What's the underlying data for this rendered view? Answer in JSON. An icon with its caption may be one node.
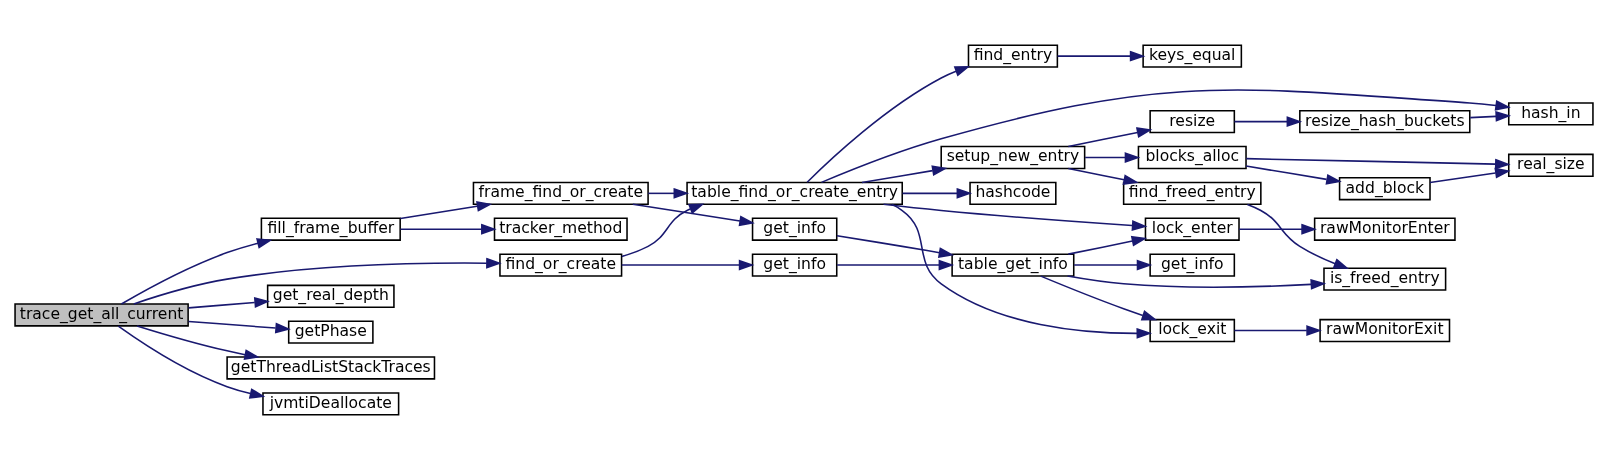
{
  "diagram": {
    "nodes": [
      {
        "text": [
          "trace_get_all_current"
        ]
      },
      {
        "text": [
          "find_or_create"
        ]
      },
      {
        "text": [
          "fill_frame_buffer"
        ]
      },
      {
        "text": [
          "get_real_depth"
        ]
      },
      {
        "text": [
          "getPhase"
        ]
      },
      {
        "text": [
          "getThreadListStackTraces"
        ]
      },
      {
        "text": [
          "jvmtiDeallocate"
        ]
      },
      {
        "text": [
          "get_info"
        ]
      },
      {
        "text": [
          "frame_find_or_create"
        ]
      },
      {
        "text": [
          "tracker_method"
        ]
      },
      {
        "text": [
          "get_info"
        ]
      },
      {
        "text": [
          "table_find_or_create_entry"
        ]
      },
      {
        "text": [
          "table_get_info"
        ]
      },
      {
        "text": [
          "find_entry"
        ]
      },
      {
        "text": [
          "setup_new_entry"
        ]
      },
      {
        "text": [
          "hashcode"
        ]
      },
      {
        "text": [
          "lock_enter"
        ]
      },
      {
        "text": [
          "get_info"
        ]
      },
      {
        "text": [
          "lock_exit"
        ]
      },
      {
        "text": [
          "find_freed_entry"
        ]
      },
      {
        "text": [
          "keys_equal"
        ]
      },
      {
        "text": [
          "resize"
        ]
      },
      {
        "text": [
          "blocks_alloc"
        ]
      },
      {
        "text": [
          "rawMonitorEnter"
        ]
      },
      {
        "text": [
          "is_freed_entry"
        ]
      },
      {
        "text": [
          "rawMonitorExit"
        ]
      },
      {
        "text": [
          "resize_hash_buckets"
        ]
      },
      {
        "text": [
          "hash_in"
        ]
      },
      {
        "text": [
          "add_block"
        ]
      },
      {
        "text": [
          "real_size"
        ]
      }
    ],
    "edges": [
      {
        "from": 0,
        "to": 1,
        "arrow": "to"
      },
      {
        "from": 0,
        "to": 2,
        "arrow": "to"
      },
      {
        "from": 0,
        "to": 3,
        "arrow": "to"
      },
      {
        "from": 0,
        "to": 4,
        "arrow": "to"
      },
      {
        "from": 0,
        "to": 5,
        "arrow": "to"
      },
      {
        "from": 0,
        "to": 6,
        "arrow": "to"
      },
      {
        "from": 1,
        "to": 7,
        "arrow": "to"
      },
      {
        "from": 1,
        "to": 11,
        "arrow": "to"
      },
      {
        "from": 2,
        "to": 8,
        "arrow": "to"
      },
      {
        "from": 2,
        "to": 9,
        "arrow": "to"
      },
      {
        "from": 8,
        "to": 10,
        "arrow": "to"
      },
      {
        "from": 8,
        "to": 11,
        "arrow": "to"
      },
      {
        "from": 7,
        "to": 12,
        "arrow": "to"
      },
      {
        "from": 10,
        "to": 12,
        "arrow": "to"
      },
      {
        "from": 11,
        "to": 16,
        "arrow": "to"
      },
      {
        "from": 11,
        "to": 18,
        "arrow": "to"
      },
      {
        "from": 11,
        "to": 13,
        "arrow": "to"
      },
      {
        "from": 11,
        "to": 14,
        "arrow": "to"
      },
      {
        "from": 11,
        "to": 15,
        "arrow": "to"
      },
      {
        "from": 11,
        "to": 27,
        "arrow": "to"
      },
      {
        "from": 12,
        "to": 16,
        "arrow": "to"
      },
      {
        "from": 12,
        "to": 17,
        "arrow": "to"
      },
      {
        "from": 12,
        "to": 24,
        "arrow": "to"
      },
      {
        "from": 12,
        "to": 18,
        "arrow": "to"
      },
      {
        "from": 16,
        "to": 23,
        "arrow": "to"
      },
      {
        "from": 18,
        "to": 25,
        "arrow": "to"
      },
      {
        "from": 13,
        "to": 20,
        "arrow": "to"
      },
      {
        "from": 14,
        "to": 19,
        "arrow": "to"
      },
      {
        "from": 14,
        "to": 21,
        "arrow": "to"
      },
      {
        "from": 14,
        "to": 22,
        "arrow": "to"
      },
      {
        "from": 19,
        "to": 24,
        "arrow": "to"
      },
      {
        "from": 21,
        "to": 26,
        "arrow": "to"
      },
      {
        "from": 26,
        "to": 27,
        "arrow": "to"
      },
      {
        "from": 22,
        "to": 28,
        "arrow": "to"
      },
      {
        "from": 22,
        "to": 29,
        "arrow": "to"
      },
      {
        "from": 28,
        "to": 29,
        "arrow": "to"
      }
    ]
  }
}
